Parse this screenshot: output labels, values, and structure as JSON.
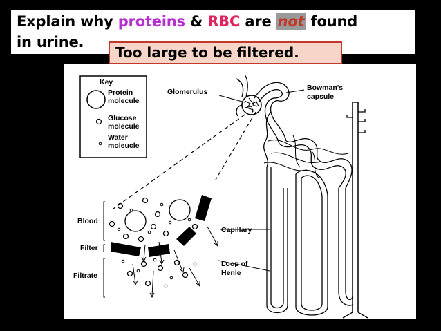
{
  "question": {
    "part1": "Explain why ",
    "word_proteins": "proteins",
    "part2": " & ",
    "word_rbc": "RBC",
    "part3": " are ",
    "word_not": "not",
    "part4": " found",
    "line2": "in urine."
  },
  "answer": "Too large to be filtered.",
  "diagram": {
    "key_title": "Key",
    "key_protein_1": "Protein",
    "key_protein_2": "molecule",
    "key_glucose_1": "Glucose",
    "key_glucose_2": "molecule",
    "key_water_1": "Water",
    "key_water_2": "moleucle",
    "glomerulus": "Glomerulus",
    "bowmans_1": "Bowman's",
    "bowmans_2": "capsule",
    "blood": "Blood",
    "filter": "Filter",
    "filtrate": "Filtrate",
    "capillary": "Capillary",
    "loop_1": "Loop of",
    "loop_2": "Henle"
  },
  "colors": {
    "proteins": "#b52fd1",
    "rbc": "#e0245e",
    "not": "#c0392b",
    "answer_bg": "#f7d6c9",
    "answer_border": "#c0392b"
  }
}
